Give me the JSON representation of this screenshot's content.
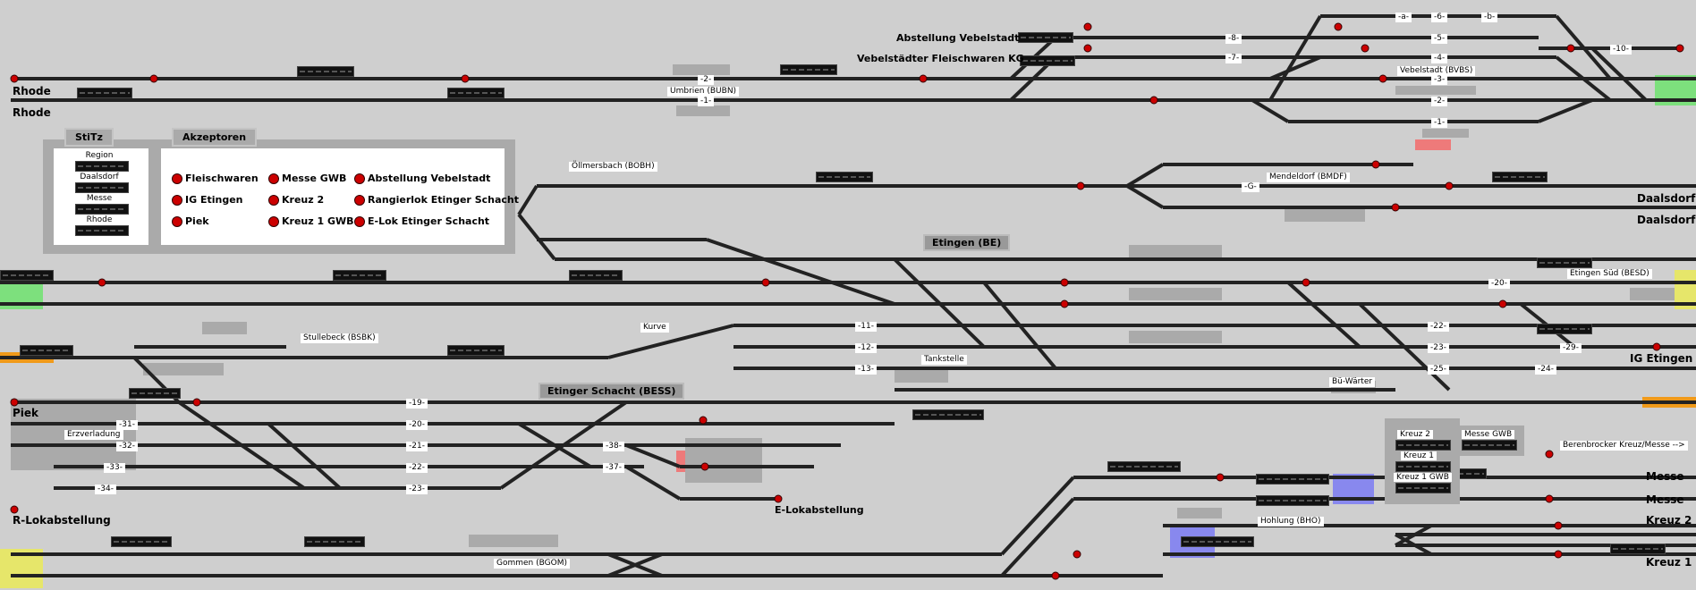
{
  "stations_left": [
    "Rhode",
    "Rhode",
    "Piek",
    "R-Lokabstellung"
  ],
  "stations_right": [
    "Daalsdorf",
    "Daalsdorf",
    "IG Etingen",
    "Messe",
    "Messe",
    "Kreuz 2",
    "Kreuz 1"
  ],
  "yard_titles": [
    "Abstellung Vebelstadt",
    "Vebelstädter Fleischwaren KG",
    "E-Lokabstellung"
  ],
  "banners": [
    "Etingen (BE)",
    "Etinger Schacht (BESS)"
  ],
  "place_plates": [
    "Umbrien (BUBN)",
    "Vebelstadt (BVBS)",
    "Öllmersbach (BOBH)",
    "Mendeldorf (BMDF)",
    "Etingen Süd (BESD)",
    "Stullebeck (BSBK)",
    "Kurve",
    "Tankstelle",
    "Bü-Wärter",
    "Erzverladung",
    "Hohlung (BHO)",
    "Gommen (BGOM)",
    "Berenbrocker Kreuz/Messe -->"
  ],
  "track_numbers": [
    "-2-",
    "-1-",
    "-8-",
    "-7-",
    "-6-",
    "-5-",
    "-4-",
    "-3-",
    "-2-",
    "-1-",
    "-a-",
    "-b-",
    "-10-",
    "-20-",
    "-22-",
    "-23-",
    "-25-",
    "-24-",
    "-29-",
    "-31-",
    "-32-",
    "-33-",
    "-34-",
    "-19-",
    "-20-",
    "-21-",
    "-22-",
    "-23-",
    "-38-",
    "-37-",
    "-11-",
    "-12-",
    "-13-",
    "-G-"
  ],
  "stitz": {
    "tab": "StiTz",
    "items": [
      "Region",
      "Daalsdorf",
      "Messe",
      "Rhode"
    ]
  },
  "akzeptoren": {
    "tab": "Akzeptoren",
    "col1": [
      "Fleischwaren",
      "IG Etingen",
      "Piek"
    ],
    "col2": [
      "Messe GWB",
      "Kreuz 2",
      "Kreuz 1 GWB"
    ],
    "col3": [
      "Abstellung Vebelstadt",
      "Rangierlok Etinger Schacht",
      "E-Lok Etinger Schacht"
    ]
  },
  "kreuz_panel": {
    "items": [
      "Kreuz 2",
      "Kreuz 1",
      "Kreuz 1 GWB",
      "Messe GWB"
    ]
  },
  "colors": {
    "background": "#cfcfcf",
    "track": "#222222",
    "signal_red": "#cc0000",
    "zone_green": "#7de07d",
    "zone_yellow": "#e6e66a",
    "zone_orange": "#f09a1a",
    "zone_blue": "#8888ee",
    "zone_pink": "#ee7a7a"
  }
}
